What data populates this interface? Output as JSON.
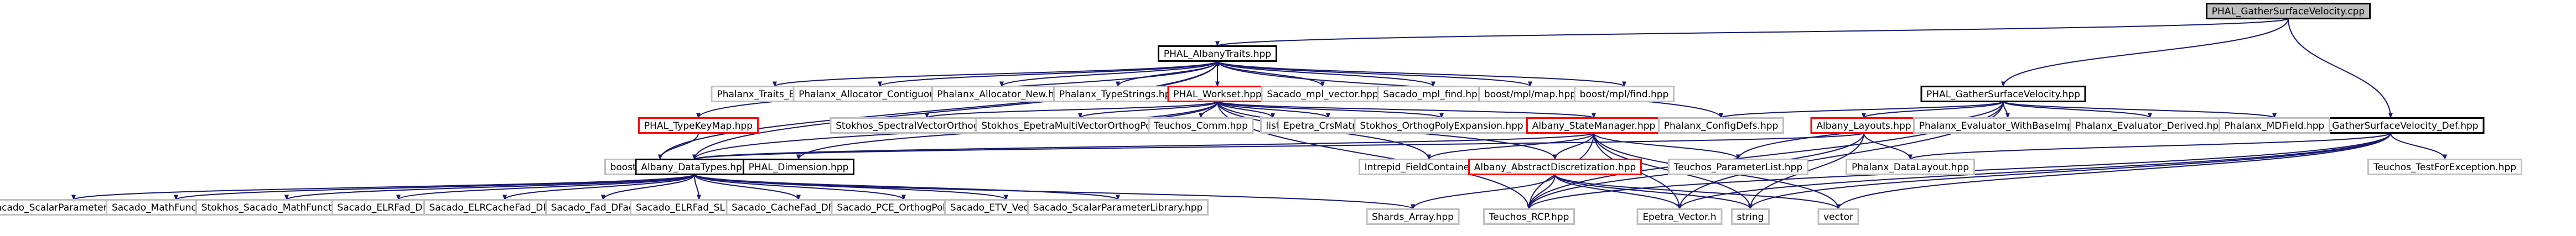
{
  "graph": {
    "title_node": "PHAL_GatherSurfaceVelocity.cpp",
    "colors": {
      "node_border": "#000000",
      "node_border_red": "#ff0000",
      "node_border_gray": "#bfbfbf",
      "node_fill": "#ffffff",
      "root_fill": "#bfbfbf",
      "text": "#000000",
      "edge": "#191970"
    },
    "nodes": [
      {
        "id": "root",
        "label": "PHAL_GatherSurfaceVelocity.cpp",
        "style": "root"
      },
      {
        "id": "albanytraits",
        "label": "PHAL_AlbanyTraits.hpp",
        "style": "normal"
      },
      {
        "id": "gsv_hpp",
        "label": "PHAL_GatherSurfaceVelocity.hpp",
        "style": "normal"
      },
      {
        "id": "gsv_def",
        "label": "PHAL_GatherSurfaceVelocity_Def.hpp",
        "style": "normal"
      },
      {
        "id": "traits_base",
        "label": "Phalanx_Traits_Base.hpp",
        "style": "gray"
      },
      {
        "id": "alloc_contig",
        "label": "Phalanx_Allocator_Contiguous.hpp",
        "style": "gray"
      },
      {
        "id": "alloc_new",
        "label": "Phalanx_Allocator_New.hpp",
        "style": "gray"
      },
      {
        "id": "typestrings",
        "label": "Phalanx_TypeStrings.hpp",
        "style": "gray"
      },
      {
        "id": "workset",
        "label": "PHAL_Workset.hpp",
        "style": "red"
      },
      {
        "id": "mpl_vector",
        "label": "Sacado_mpl_vector.hpp",
        "style": "gray"
      },
      {
        "id": "mpl_find",
        "label": "Sacado_mpl_find.hpp",
        "style": "gray"
      },
      {
        "id": "boost_map",
        "label": "boost/mpl/map.hpp",
        "style": "gray"
      },
      {
        "id": "boost_find",
        "label": "boost/mpl/find.hpp",
        "style": "gray"
      },
      {
        "id": "typekeymap",
        "label": "PHAL_TypeKeyMap.hpp",
        "style": "red"
      },
      {
        "id": "boost_vector",
        "label": "boost/mpl/vector.hpp",
        "style": "gray"
      },
      {
        "id": "datatypes",
        "label": "Albany_DataTypes.hpp",
        "style": "normal"
      },
      {
        "id": "dimension",
        "label": "PHAL_Dimension.hpp",
        "style": "normal"
      },
      {
        "id": "stokhos_spectral",
        "label": "Stokhos_SpectralVectorOrthogPoly.hpp",
        "style": "gray"
      },
      {
        "id": "stokhos_eparamulti",
        "label": "Stokhos_EpetraMultiVectorOrthogPoly.hpp",
        "style": "gray"
      },
      {
        "id": "teuchos_comm",
        "label": "Teuchos_Comm.hpp",
        "style": "gray"
      },
      {
        "id": "list",
        "label": "list",
        "style": "gray"
      },
      {
        "id": "crsmatrix",
        "label": "Epetra_CrsMatrix.h",
        "style": "gray"
      },
      {
        "id": "stokhos_orthopoly",
        "label": "Stokhos_OrthogPolyExpansion.hpp",
        "style": "gray"
      },
      {
        "id": "statemanager",
        "label": "Albany_StateManager.hpp",
        "style": "red"
      },
      {
        "id": "configdefs",
        "label": "Phalanx_ConfigDefs.hpp",
        "style": "gray"
      },
      {
        "id": "layouts",
        "label": "Albany_Layouts.hpp",
        "style": "red"
      },
      {
        "id": "eval_withbase",
        "label": "Phalanx_Evaluator_WithBaseImpl.hpp",
        "style": "gray"
      },
      {
        "id": "eval_derived",
        "label": "Phalanx_Evaluator_Derived.hpp",
        "style": "gray"
      },
      {
        "id": "mdfield",
        "label": "Phalanx_MDField.hpp",
        "style": "gray"
      },
      {
        "id": "intrepid_fc",
        "label": "Intrepid_FieldContainer.hpp",
        "style": "gray"
      },
      {
        "id": "abstractdisc",
        "label": "Albany_AbstractDiscretization.hpp",
        "style": "red"
      },
      {
        "id": "paramlist",
        "label": "Teuchos_ParameterList.hpp",
        "style": "gray"
      },
      {
        "id": "datalayout",
        "label": "Phalanx_DataLayout.hpp",
        "style": "gray"
      },
      {
        "id": "testforexc",
        "label": "Teuchos_TestForException.hpp",
        "style": "gray"
      },
      {
        "id": "scalarparamvector",
        "label": "Sacado_ScalarParameterVector.hpp",
        "style": "gray"
      },
      {
        "id": "mathfunctions",
        "label": "Sacado_MathFunctions.hpp",
        "style": "gray"
      },
      {
        "id": "stokhos_mathfunctions",
        "label": "Stokhos_Sacado_MathFunctions.hpp",
        "style": "gray"
      },
      {
        "id": "elrfad_dfad",
        "label": "Sacado_ELRFad_DFad.hpp",
        "style": "gray"
      },
      {
        "id": "elrcachefad_dfad",
        "label": "Sacado_ELRCacheFad_DFad.hpp",
        "style": "gray"
      },
      {
        "id": "fad_dfad",
        "label": "Sacado_Fad_DFad.hpp",
        "style": "gray"
      },
      {
        "id": "elrfad_slfad",
        "label": "Sacado_ELRFad_SLFad.hpp",
        "style": "gray"
      },
      {
        "id": "cachefad_dfad",
        "label": "Sacado_CacheFad_DFad.hpp",
        "style": "gray"
      },
      {
        "id": "pce_orthogpoly",
        "label": "Sacado_PCE_OrthogPoly.hpp",
        "style": "gray"
      },
      {
        "id": "etv_vector",
        "label": "Sacado_ETV_Vector.hpp",
        "style": "gray"
      },
      {
        "id": "scalarparamlibrary",
        "label": "Sacado_ScalarParameterLibrary.hpp",
        "style": "gray"
      },
      {
        "id": "shards_array",
        "label": "Shards_Array.hpp",
        "style": "gray"
      },
      {
        "id": "teuchos_rcp",
        "label": "Teuchos_RCP.hpp",
        "style": "gray"
      },
      {
        "id": "epetra_vector",
        "label": "Epetra_Vector.h",
        "style": "gray"
      },
      {
        "id": "string",
        "label": "string",
        "style": "gray"
      },
      {
        "id": "vector",
        "label": "vector",
        "style": "gray"
      }
    ],
    "edges": [
      [
        "root",
        "albanytraits"
      ],
      [
        "root",
        "gsv_hpp"
      ],
      [
        "root",
        "gsv_def"
      ],
      [
        "albanytraits",
        "traits_base"
      ],
      [
        "albanytraits",
        "alloc_contig"
      ],
      [
        "albanytraits",
        "alloc_new"
      ],
      [
        "albanytraits",
        "typestrings"
      ],
      [
        "albanytraits",
        "workset"
      ],
      [
        "albanytraits",
        "mpl_vector"
      ],
      [
        "albanytraits",
        "mpl_find"
      ],
      [
        "albanytraits",
        "boost_map"
      ],
      [
        "albanytraits",
        "boost_find"
      ],
      [
        "albanytraits",
        "boost_vector"
      ],
      [
        "albanytraits",
        "datatypes"
      ],
      [
        "albanytraits",
        "typekeymap"
      ],
      [
        "albanytraits",
        "configdefs"
      ],
      [
        "workset",
        "albanytraits"
      ],
      [
        "workset",
        "dimension"
      ],
      [
        "workset",
        "stokhos_spectral"
      ],
      [
        "workset",
        "stokhos_eparamulti"
      ],
      [
        "workset",
        "teuchos_comm"
      ],
      [
        "workset",
        "list"
      ],
      [
        "workset",
        "crsmatrix"
      ],
      [
        "workset",
        "stokhos_orthopoly"
      ],
      [
        "workset",
        "statemanager"
      ],
      [
        "workset",
        "datatypes"
      ],
      [
        "workset",
        "abstractdisc"
      ],
      [
        "workset",
        "intrepid_fc"
      ],
      [
        "workset",
        "teuchos_rcp"
      ],
      [
        "typekeymap",
        "boost_vector"
      ],
      [
        "datatypes",
        "scalarparamvector"
      ],
      [
        "datatypes",
        "mathfunctions"
      ],
      [
        "datatypes",
        "stokhos_mathfunctions"
      ],
      [
        "datatypes",
        "elrfad_dfad"
      ],
      [
        "datatypes",
        "elrcachefad_dfad"
      ],
      [
        "datatypes",
        "fad_dfad"
      ],
      [
        "datatypes",
        "elrfad_slfad"
      ],
      [
        "datatypes",
        "cachefad_dfad"
      ],
      [
        "datatypes",
        "pce_orthogpoly"
      ],
      [
        "datatypes",
        "etv_vector"
      ],
      [
        "datatypes",
        "scalarparamlibrary"
      ],
      [
        "datatypes",
        "shards_array"
      ],
      [
        "statemanager",
        "datatypes"
      ],
      [
        "statemanager",
        "intrepid_fc"
      ],
      [
        "statemanager",
        "paramlist"
      ],
      [
        "statemanager",
        "abstractdisc"
      ],
      [
        "statemanager",
        "teuchos_rcp"
      ],
      [
        "statemanager",
        "epetra_vector"
      ],
      [
        "statemanager",
        "string"
      ],
      [
        "statemanager",
        "vector"
      ],
      [
        "abstractdisc",
        "shards_array"
      ],
      [
        "abstractdisc",
        "teuchos_rcp"
      ],
      [
        "abstractdisc",
        "epetra_vector"
      ],
      [
        "abstractdisc",
        "string"
      ],
      [
        "abstractdisc",
        "vector"
      ],
      [
        "gsv_hpp",
        "configdefs"
      ],
      [
        "gsv_hpp",
        "layouts"
      ],
      [
        "gsv_hpp",
        "eval_withbase"
      ],
      [
        "gsv_hpp",
        "eval_derived"
      ],
      [
        "gsv_hpp",
        "mdfield"
      ],
      [
        "gsv_hpp",
        "paramlist"
      ],
      [
        "gsv_hpp",
        "epetra_vector"
      ],
      [
        "gsv_hpp",
        "teuchos_rcp"
      ],
      [
        "layouts",
        "datatypes"
      ],
      [
        "layouts",
        "datalayout"
      ],
      [
        "layouts",
        "teuchos_rcp"
      ],
      [
        "layouts",
        "string"
      ],
      [
        "gsv_def",
        "testforexc"
      ],
      [
        "gsv_def",
        "datalayout"
      ],
      [
        "gsv_def",
        "teuchos_rcp"
      ],
      [
        "gsv_def",
        "epetra_vector"
      ],
      [
        "gsv_def",
        "string"
      ],
      [
        "gsv_def",
        "vector"
      ]
    ]
  }
}
